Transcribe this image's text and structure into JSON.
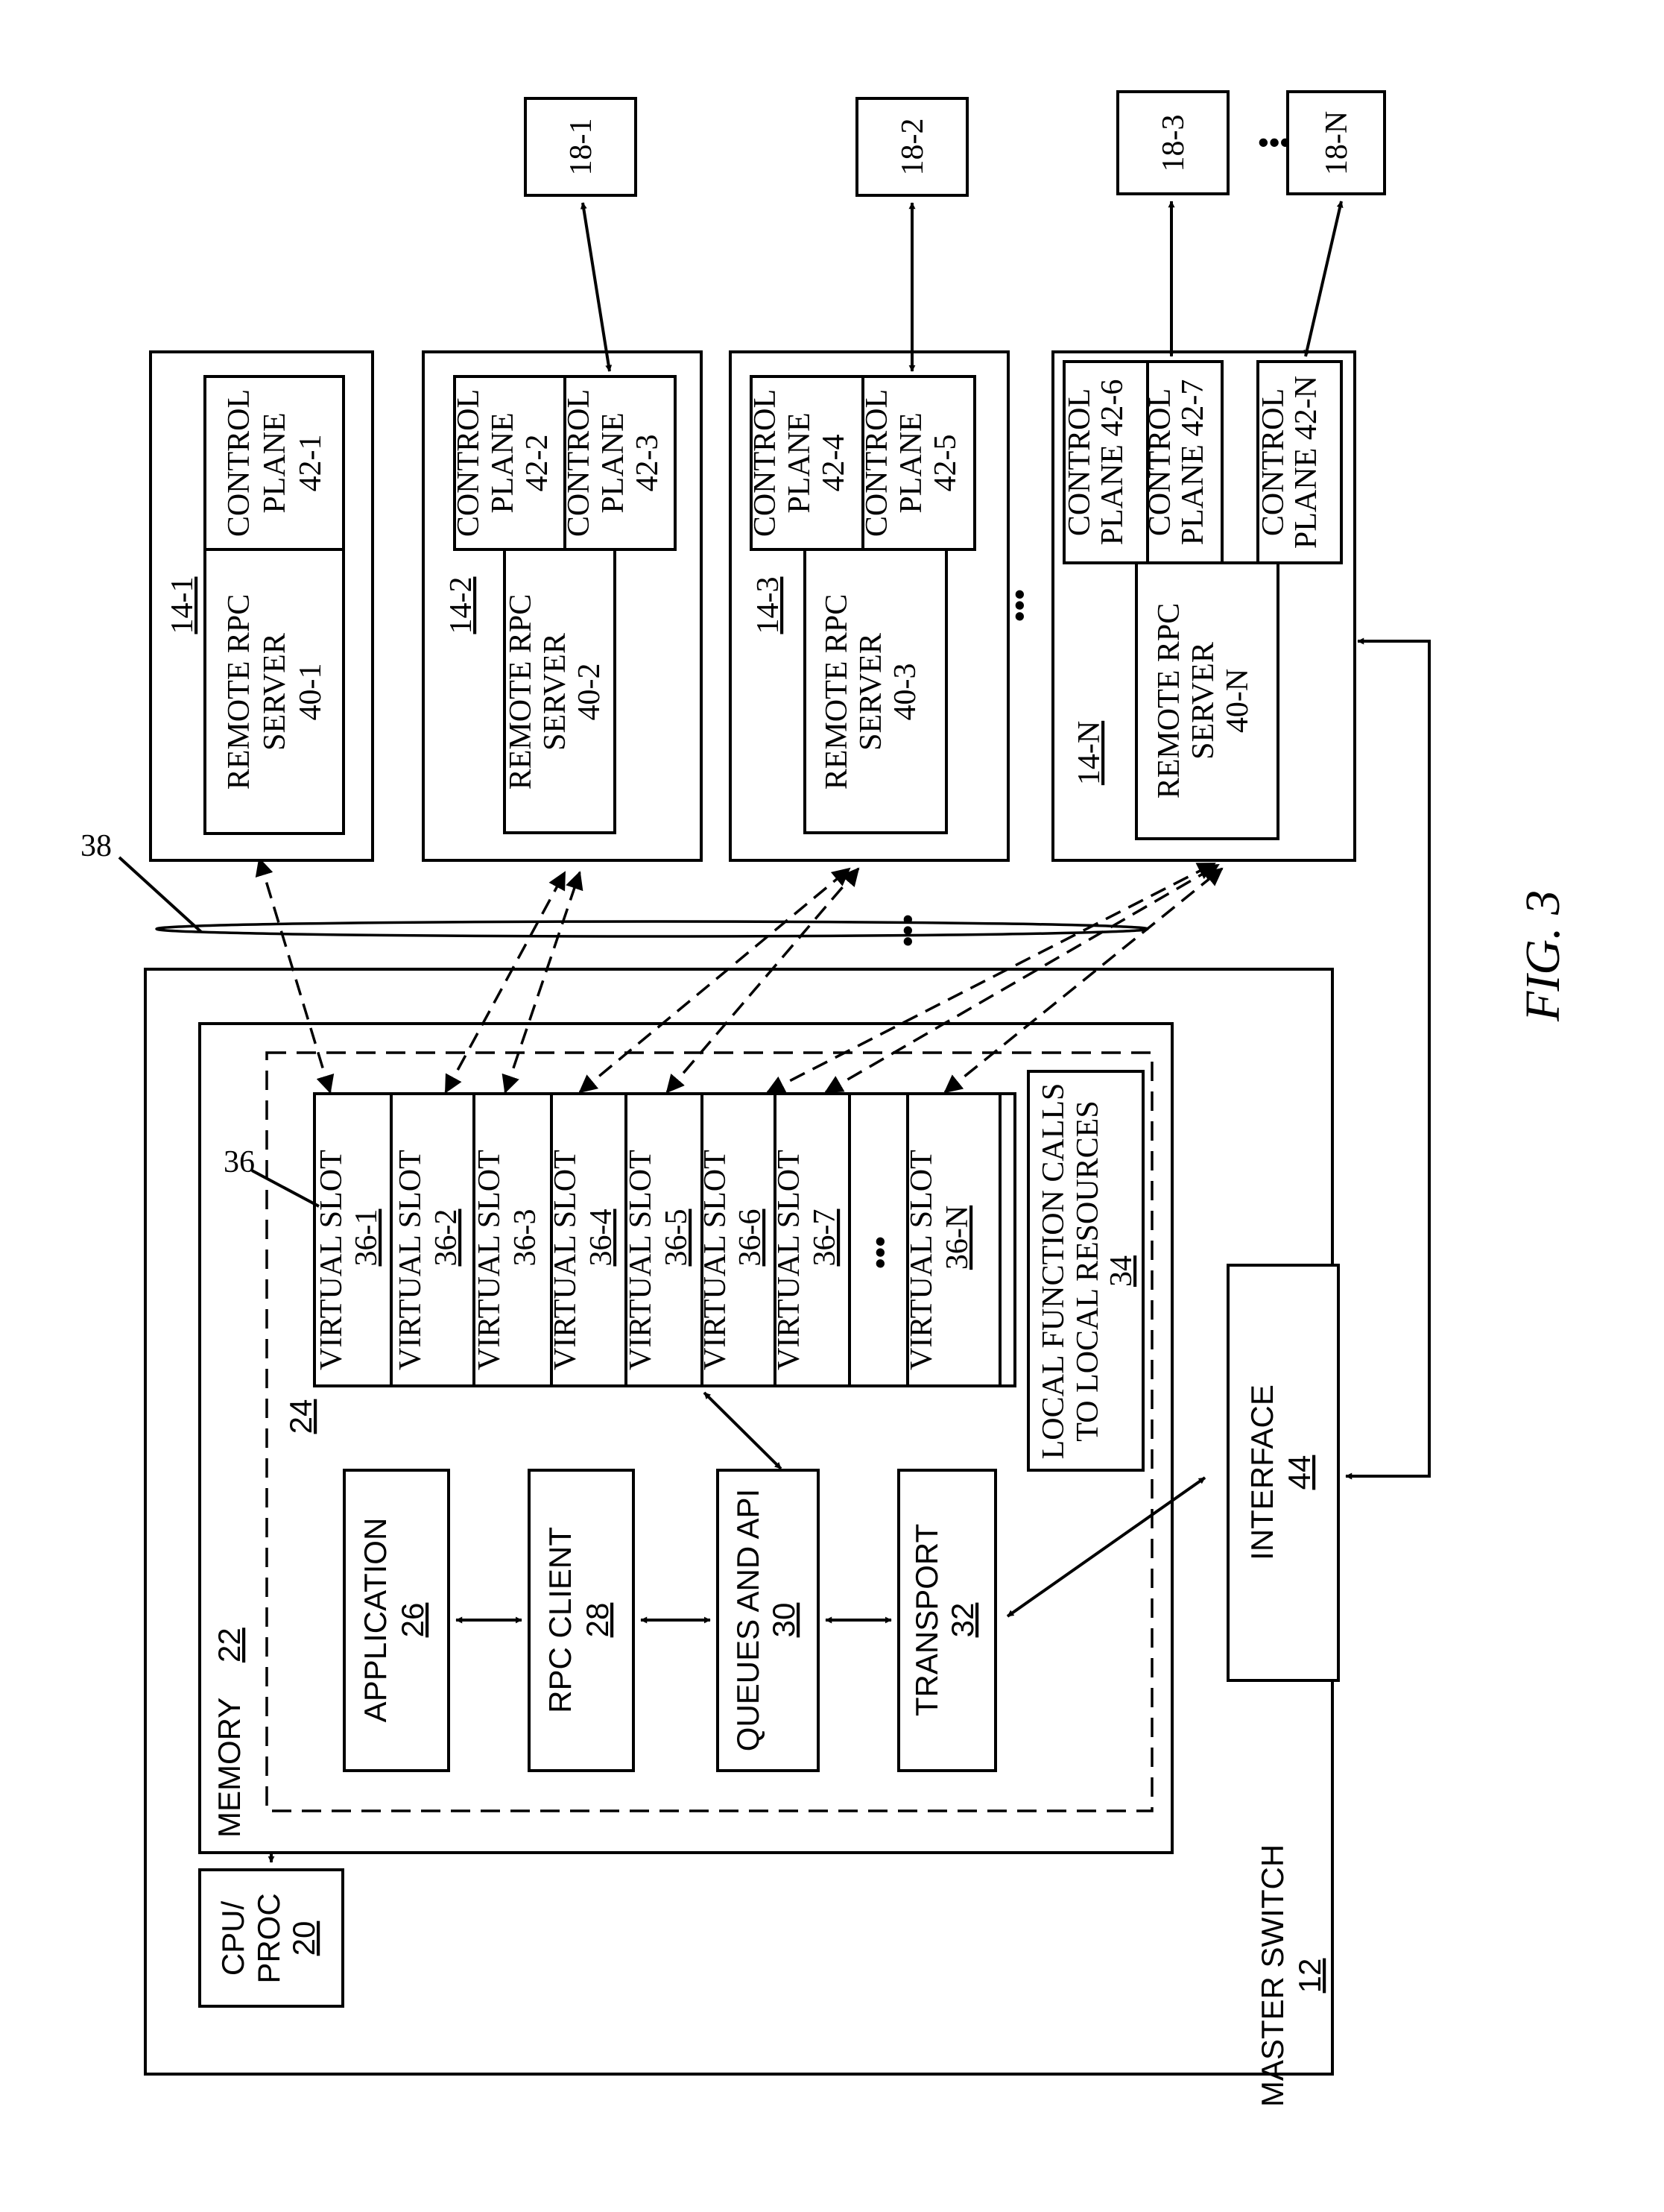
{
  "figure": {
    "label": "FIG. 3"
  },
  "master_switch": {
    "label": "MASTER SWITCH",
    "ref": "12"
  },
  "cpu": {
    "line1": "CPU/",
    "line2": "PROC",
    "ref": "20"
  },
  "memory": {
    "label": "MEMORY",
    "ref": "22"
  },
  "software": {
    "ref": "24",
    "application": {
      "label": "APPLICATION",
      "ref": "26"
    },
    "rpc_client": {
      "label": "RPC CLIENT",
      "ref": "28"
    },
    "queues": {
      "label": "QUEUES AND API",
      "ref": "30"
    },
    "transport": {
      "label": "TRANSPORT",
      "ref": "32"
    },
    "local_calls": {
      "line1": "LOCAL FUNCTION CALLS",
      "line2": "TO LOCAL RESOURCES",
      "ref": "34"
    }
  },
  "virtual_slots": {
    "ref": "36",
    "label": "VIRTUAL SLOT",
    "items": [
      "36-1",
      "36-2",
      "36-3",
      "36-4",
      "36-5",
      "36-6",
      "36-7",
      "36-N"
    ],
    "ellipsis": "•••"
  },
  "interface": {
    "label": "INTERFACE",
    "ref": "44"
  },
  "link_bundle": {
    "ref": "38",
    "ellipsis": "•••"
  },
  "remote_switches": [
    {
      "ref": "14-1",
      "server": {
        "line1": "REMOTE RPC",
        "line2": "SERVER",
        "ref": "40-1"
      },
      "planes": [
        {
          "line1": "CONTROL",
          "line2": "PLANE",
          "ref": "42-1"
        }
      ]
    },
    {
      "ref": "14-2",
      "server": {
        "line1": "REMOTE RPC",
        "line2": "SERVER",
        "ref": "40-2"
      },
      "planes": [
        {
          "line1": "CONTROL",
          "line2": "PLANE",
          "ref": "42-2"
        },
        {
          "line1": "CONTROL",
          "line2": "PLANE",
          "ref": "42-3"
        }
      ]
    },
    {
      "ref": "14-3",
      "server": {
        "line1": "REMOTE RPC",
        "line2": "SERVER",
        "ref": "40-3"
      },
      "planes": [
        {
          "line1": "CONTROL",
          "line2": "PLANE",
          "ref": "42-4"
        },
        {
          "line1": "CONTROL",
          "line2": "PLANE",
          "ref": "42-5"
        }
      ]
    },
    {
      "ref": "14-N",
      "server": {
        "line1": "REMOTE RPC",
        "line2": "SERVER",
        "ref": "40-N"
      },
      "planes": [
        {
          "line1": "CONTROL",
          "line2": "PLANE 42-6"
        },
        {
          "line1": "CONTROL",
          "line2": "PLANE 42-7"
        },
        {
          "line1": "CONTROL",
          "line2": "PLANE 42-N"
        }
      ]
    }
  ],
  "switches_ellipsis": "•••",
  "external_devices": [
    "18-1",
    "18-2",
    "18-3",
    "18-N"
  ],
  "devices_ellipsis": "•••"
}
